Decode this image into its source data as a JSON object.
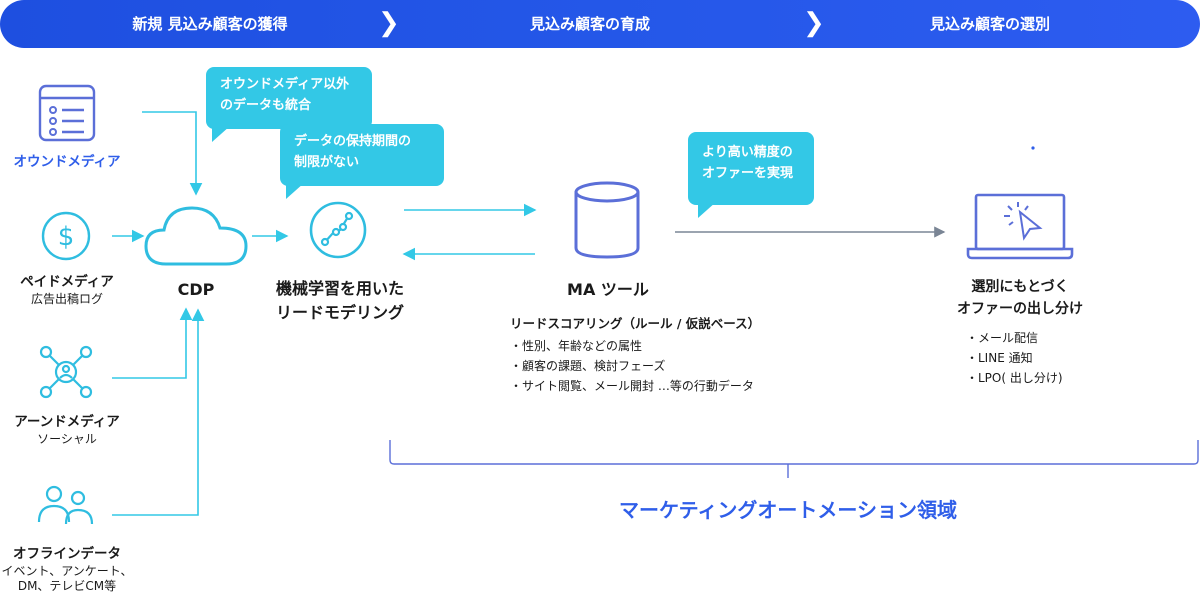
{
  "header": {
    "stage1": "新規 見込み顧客の獲得",
    "stage2": "見込み顧客の育成",
    "stage3": "見込み顧客の選別"
  },
  "sources": [
    {
      "title": "オウンドメディア",
      "sub": ""
    },
    {
      "title": "ペイドメディア",
      "sub": "広告出稿ログ"
    },
    {
      "title": "アーンドメディア",
      "sub": "ソーシャル"
    },
    {
      "title": "オフラインデータ",
      "sub_line1": "イベント、アンケート、",
      "sub_line2": "DM、テレビCM等"
    }
  ],
  "bubbles": {
    "b1_line1": "オウンドメディア以外",
    "b1_line2": "のデータも統合",
    "b2_line1": "データの保持期間の",
    "b2_line2": "制限がない",
    "b3_line1": "より高い精度の",
    "b3_line2": "オファーを実現"
  },
  "nodes": {
    "cdp": "CDP",
    "ml_line1": "機械学習を用いた",
    "ml_line2": "リードモデリング",
    "ma": "MA ツール",
    "ma_sub": "リードスコアリング（ルール / 仮説ベース）",
    "ma_items": [
      "・性別、年齢などの属性",
      "・顧客の課題、検討フェーズ",
      "・サイト閲覧、メール開封 …等の行動データ"
    ],
    "sel_line1": "選別にもとづく",
    "sel_line2": "オファーの出し分け",
    "sel_items": [
      "・メール配信",
      "・LINE 通知",
      "・LPO( 出し分け)"
    ]
  },
  "region_label": "マーケティングオートメーション領域",
  "colors": {
    "bar": "#2457e8",
    "cyan": "#33c8e6",
    "icon_blue": "#5b6fd8",
    "accent_text": "#2f5ee9"
  },
  "icons": [
    "list-document-icon",
    "dollar-coin-icon",
    "network-person-icon",
    "two-people-icon",
    "cloud-icon",
    "graph-nodes-icon",
    "database-cylinder-icon",
    "laptop-click-icon"
  ]
}
